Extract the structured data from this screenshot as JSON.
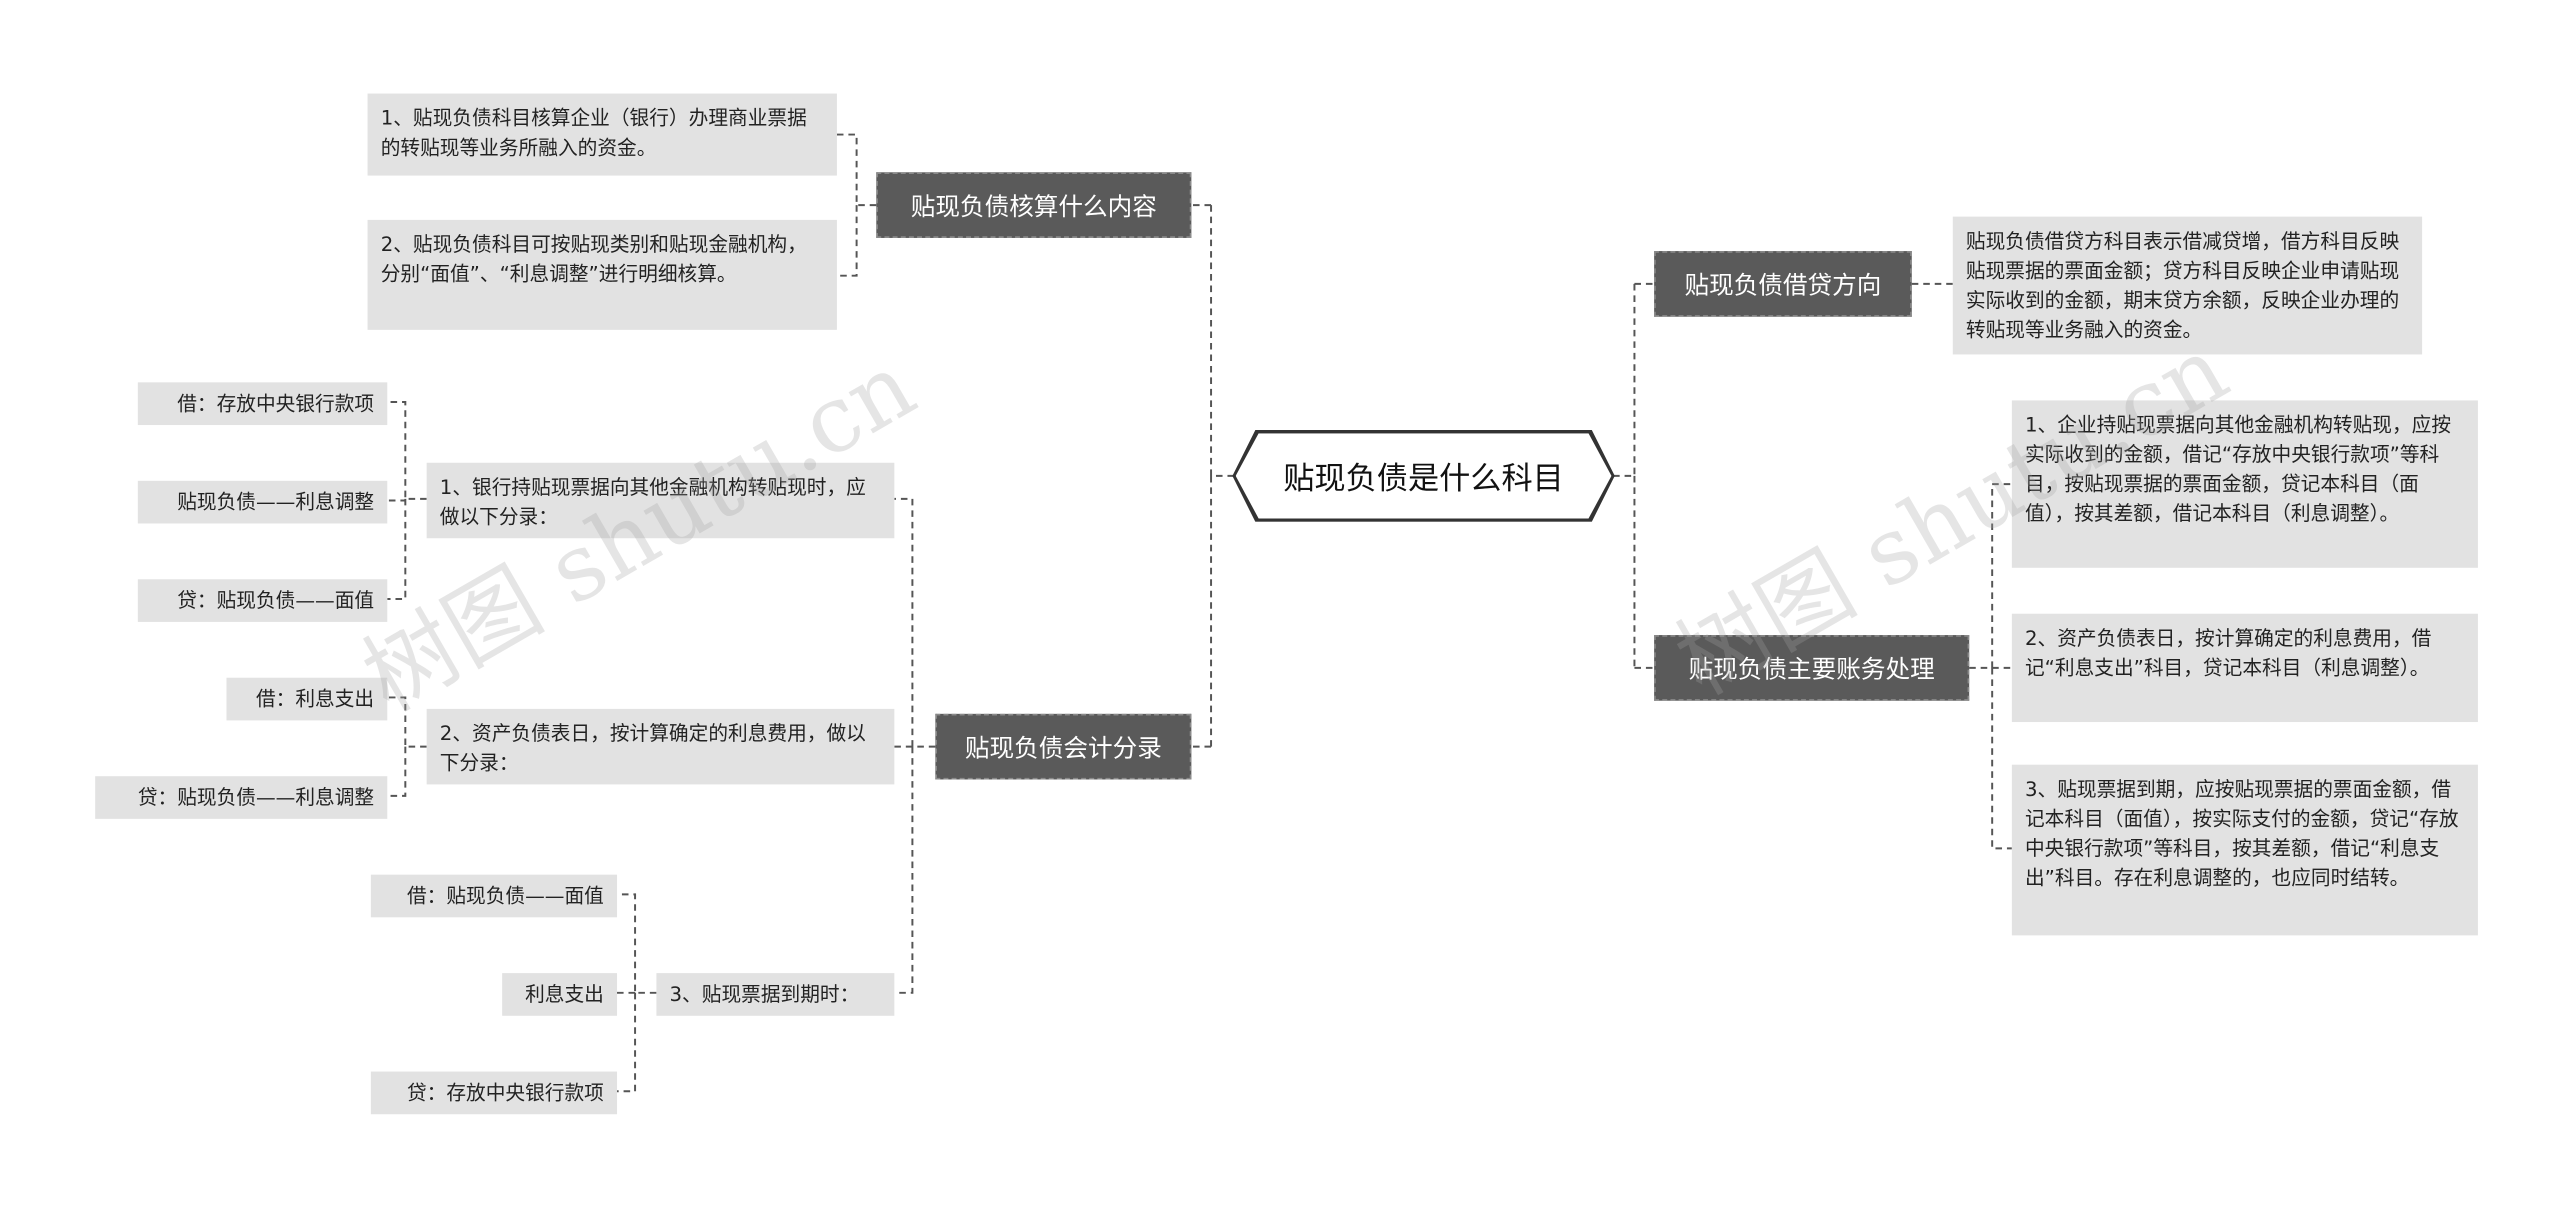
{
  "root": {
    "title": "贴现负债是什么科目"
  },
  "branches": {
    "content": {
      "label": "贴现负债核算什么内容"
    },
    "entries": {
      "label": "贴现负债会计分录"
    },
    "direction": {
      "label": "贴现负债借贷方向"
    },
    "processing": {
      "label": "贴现负债主要账务处理"
    }
  },
  "content_items": [
    "1、贴现负债科目核算企业（银行）办理商业票据的转贴现等业务所融入的资金。",
    "2、贴现负债科目可按贴现类别和贴现金融机构，分别“面值”、“利息调整”进行明细核算。"
  ],
  "entries_items": {
    "item1": {
      "text": "1、银行持贴现票据向其他金融机构转贴现时，应做以下分录：",
      "children": [
        "借：存放中央银行款项",
        "贴现负债——利息调整",
        "贷：贴现负债——面值"
      ]
    },
    "item2": {
      "text": "2、资产负债表日，按计算确定的利息费用，做以下分录：",
      "children": [
        "借：利息支出",
        "贷：贴现负债——利息调整"
      ]
    },
    "item3": {
      "text": "3、贴现票据到期时：",
      "children": [
        "借：贴现负债——面值",
        "利息支出",
        "贷：存放中央银行款项"
      ]
    }
  },
  "direction_items": [
    "贴现负债借贷方科目表示借减贷增，借方科目反映贴现票据的票面金额；贷方科目反映企业申请贴现实际收到的金额，期末贷方余额，反映企业办理的转贴现等业务融入的资金。"
  ],
  "processing_items": [
    "1、企业持贴现票据向其他金融机构转贴现，应按实际收到的金额，借记“存放中央银行款项”等科目，按贴现票据的票面金额，贷记本科目（面值），按其差额，借记本科目（利息调整）。",
    "2、资产负债表日，按计算确定的利息费用，借记“利息支出”科目，贷记本科目（利息调整）。",
    "3、贴现票据到期，应按贴现票据的票面金额，借记本科目（面值），按实际支付的金额，贷记“存放中央银行款项”等科目，按其差额，借记“利息支出”科目。存在利息调整的，也应同时结转。"
  ],
  "watermark": {
    "text": "树图 shutu.cn"
  },
  "colors": {
    "branch_bg": "#5a5a5a",
    "leaf_bg": "#e2e2e2",
    "line": "#555555",
    "root_border": "#333333"
  }
}
